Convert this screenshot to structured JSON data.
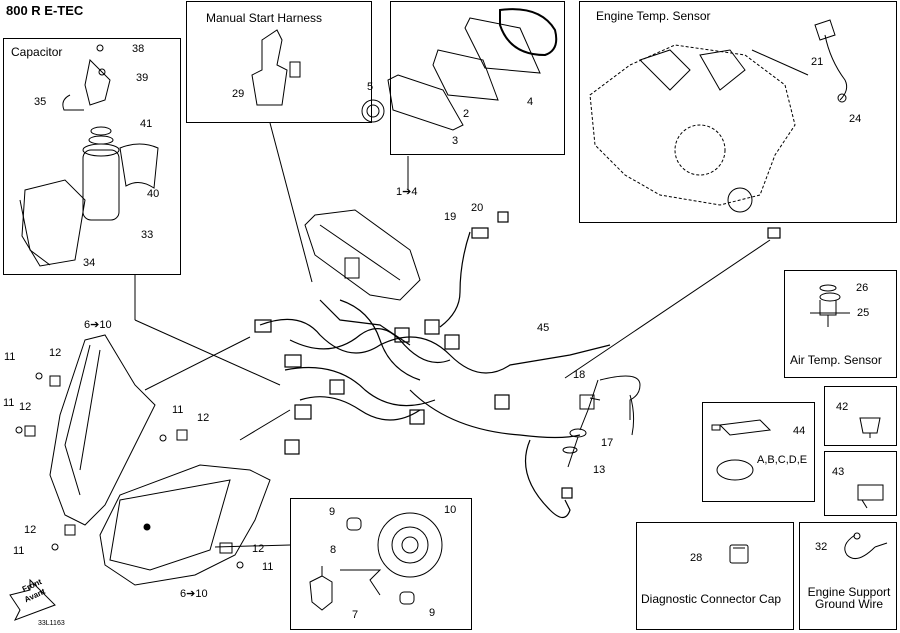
{
  "title": "800 R E-TEC",
  "diagram_code": "33L1163",
  "boxes": {
    "capacitor": "Capacitor",
    "manual_start_harness": "Manual Start Harness",
    "engine_temp_sensor": "Engine Temp. Sensor",
    "air_temp_sensor": "Air Temp. Sensor",
    "diagnostic_connector_cap": "Diagnostic Connector Cap",
    "engine_support_ground_wire_1": "Engine Support",
    "engine_support_ground_wire_2": "Ground Wire"
  },
  "front_arrow": {
    "line1": "Front",
    "line2": "Avant"
  },
  "callouts": {
    "c38": "38",
    "c39": "39",
    "c35": "35",
    "c41": "41",
    "c40": "40",
    "c33": "33",
    "c34": "34",
    "c29": "29",
    "c5": "5",
    "c2": "2",
    "c4": "4",
    "c3": "3",
    "c21": "21",
    "c24": "24",
    "c1to4": "1➔4",
    "c19": "19",
    "c20": "20",
    "c26": "26",
    "c25": "25",
    "c45": "45",
    "c6to10_top": "6➔10",
    "c11a": "11",
    "c12a": "12",
    "c11b": "11",
    "c12b": "12",
    "c11c": "11",
    "c12c": "12",
    "c18": "18",
    "c17": "17",
    "c13": "13",
    "c44": "44",
    "c42": "42",
    "c43": "43",
    "cABCDE": "A,B,C,D,E",
    "c12d": "12",
    "c11d": "11",
    "c12e": "12",
    "c11e": "11",
    "c6to10_bot": "6➔10",
    "c9a": "9",
    "c10": "10",
    "c8": "8",
    "c7": "7",
    "c9b": "9",
    "c28": "28",
    "c32": "32"
  }
}
